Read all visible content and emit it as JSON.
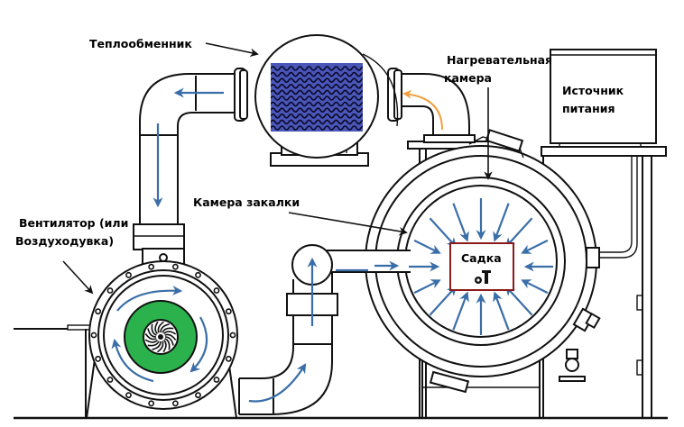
{
  "labels": {
    "heat_exchanger": "Теплообменник",
    "heating_chamber_line1": "Нагревательная",
    "heating_chamber_line2": "камера",
    "power_source_line1": "Источник",
    "power_source_line2": "питания",
    "quench_chamber": "Камера закалки",
    "fan_line1": "Вентилятор (или",
    "fan_line2": "Воздуходувка)",
    "load": "Садка"
  },
  "icons": {
    "load_icon": "gear-and-bolt-icon"
  },
  "colors": {
    "flow_arrows": "#3a6ea8",
    "hot_flow_arrow": "#f0a040",
    "heat_exchanger_core": "#4a56b8",
    "fan_rotor": "#2bb24c",
    "load_box_border": "#8b1a1a",
    "outline": "#111111"
  }
}
